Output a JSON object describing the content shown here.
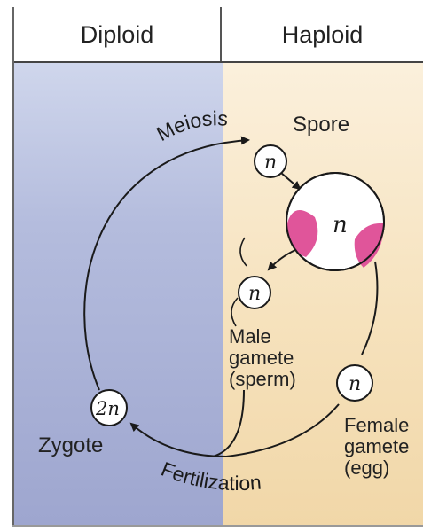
{
  "header": {
    "left": "Diploid",
    "right": "Haploid"
  },
  "labels": {
    "meiosis": "Meiosis",
    "spore": "Spore",
    "male_gamete": [
      "Male",
      "gamete",
      "(sperm)"
    ],
    "female_gamete": [
      "Female",
      "gamete",
      "(egg)"
    ],
    "zygote": "Zygote",
    "fertilization": "Fertilization"
  },
  "symbols": {
    "haploid": "n",
    "diploid": "2n"
  },
  "colors": {
    "diploid_bg": "#aab2d6",
    "haploid_bg": "#f4dfb6",
    "spore_pink": "#e0559a",
    "outline": "#1a1a1a"
  }
}
